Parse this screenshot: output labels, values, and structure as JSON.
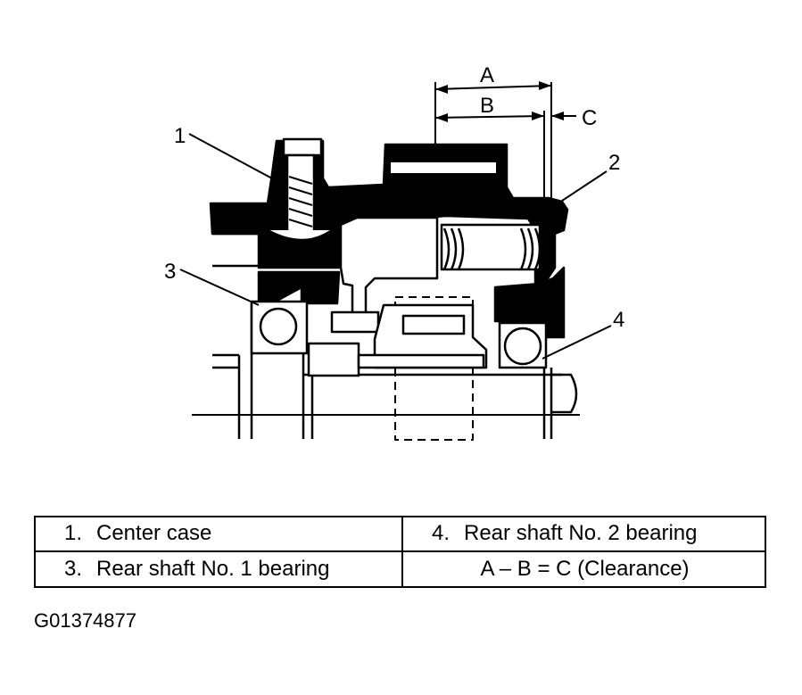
{
  "dimensions": {
    "A": "A",
    "B": "B",
    "C": "C"
  },
  "callouts": [
    "1",
    "2",
    "3",
    "4"
  ],
  "legend": {
    "rows": [
      [
        {
          "num": "1.",
          "text": "Center case"
        },
        {
          "num": "4.",
          "text": "Rear shaft No. 2 bearing"
        }
      ],
      [
        {
          "num": "3.",
          "text": "Rear shaft No. 1 bearing"
        },
        {
          "num": "",
          "text": "A – B = C (Clearance)"
        }
      ]
    ]
  },
  "figure_code": "G01374877"
}
